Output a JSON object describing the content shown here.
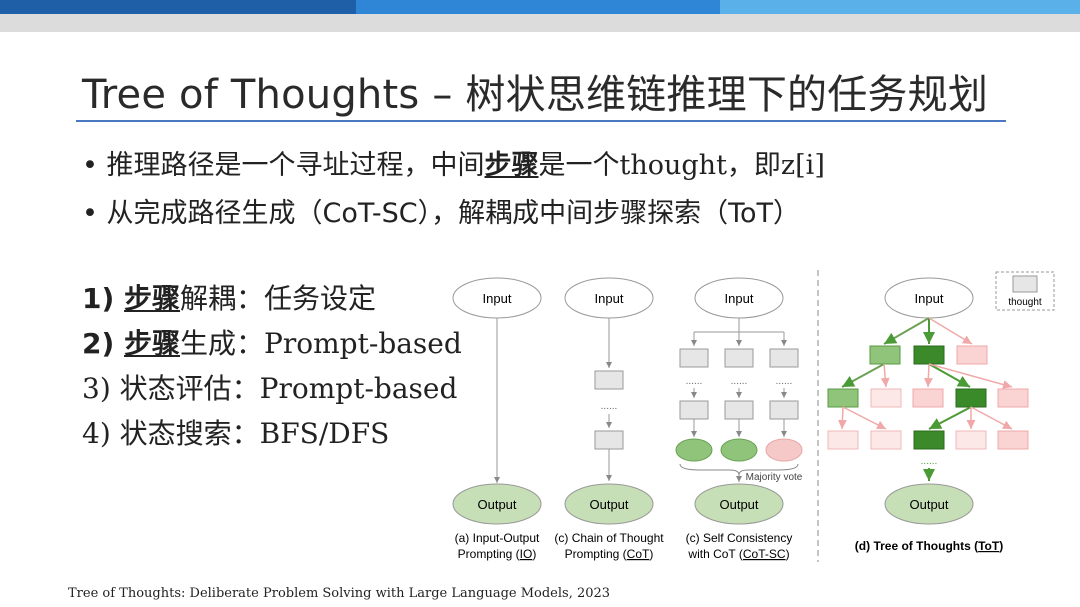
{
  "colors": {
    "bar_dark": "#1f5fa8",
    "bar_mid": "#2f86d6",
    "bar_light": "#5ab0e8",
    "bar_gray": "#d8d8d8",
    "rule": "#4a78c2",
    "node_green_light": "#a3d08f",
    "node_green_dark": "#3a8a2a",
    "node_pink": "#f6c9c9",
    "box_gray": "#e6e6e6"
  },
  "title": "Tree of Thoughts – 树状思维链推理下的任务规划",
  "bullets": [
    {
      "pre": "推理路径是一个寻址过程，中间",
      "bold": "步骤",
      "post": "是一个thought，即z[i]"
    },
    {
      "pre": "从完成路径生成（CoT-SC），解耦成中间步骤探索（ToT）",
      "bold": "",
      "post": ""
    }
  ],
  "steps": [
    {
      "num": "1)",
      "bold": "步骤",
      "rest": "解耦：任务设定"
    },
    {
      "num": "2)",
      "bold": "步骤",
      "rest": "生成：Prompt-based"
    },
    {
      "num": "3)",
      "bold": "",
      "rest": "状态评估：Prompt-based"
    },
    {
      "num": "4)",
      "bold": "",
      "rest": "状态搜索：BFS/DFS"
    }
  ],
  "diagram": {
    "input_label": "Input",
    "output_label": "Output",
    "legend_label": "thought",
    "dots": "......",
    "majority_vote": "Majority vote",
    "captions": {
      "a1": "(a) Input-Output",
      "a2": "Prompting (",
      "a_link": "IO",
      "a3": ")",
      "c1": "(c) Chain of Thought",
      "c2": "Prompting (",
      "c_link": "CoT",
      "c3": ")",
      "sc1": "(c) Self Consistency",
      "sc2": "with CoT (",
      "sc_link": "CoT-SC",
      "sc3": ")",
      "d1": "(d) Tree of Thoughts (",
      "d_link": "ToT",
      "d2": ")"
    }
  },
  "citation": "Tree of Thoughts: Deliberate Problem Solving with Large Language Models, 2023"
}
